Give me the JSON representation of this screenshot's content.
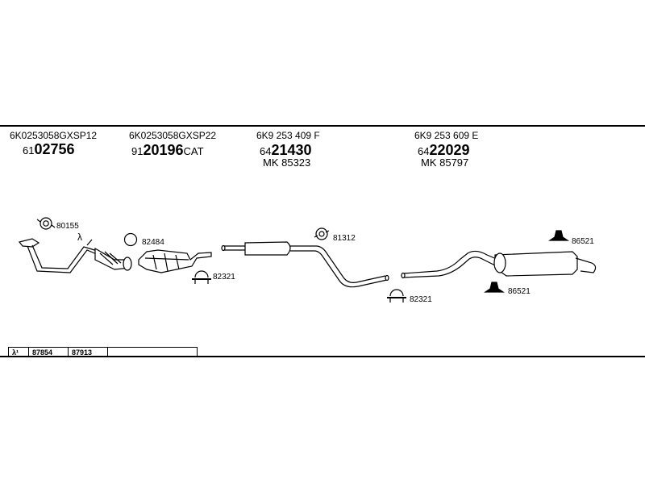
{
  "header": {
    "groups": [
      {
        "code": "6K0253058GXSP12",
        "prefix": "61",
        "bold": "02756",
        "suffix": "",
        "mk": ""
      },
      {
        "code": "6K0253058GXSP22",
        "prefix": "91",
        "bold": "20196",
        "suffix": "CAT",
        "mk": ""
      },
      {
        "code": "6K9 253 409 F",
        "prefix": "64",
        "bold": "21430",
        "suffix": "",
        "mk": "MK  85323"
      },
      {
        "code": "6K9 253 609 E",
        "prefix": "64",
        "bold": "22029",
        "suffix": "",
        "mk": "MK  85797"
      }
    ]
  },
  "parts": {
    "gasket_1": "80155",
    "lambda_symbol": "λ",
    "ring_1": "82484",
    "clamp_1": "82321",
    "gasket_2": "81312",
    "clamp_2": "82321",
    "hanger_1": "86521",
    "hanger_2": "86521"
  },
  "footer_table": {
    "cells": [
      "λ¹",
      "87854",
      "87913",
      ""
    ]
  }
}
